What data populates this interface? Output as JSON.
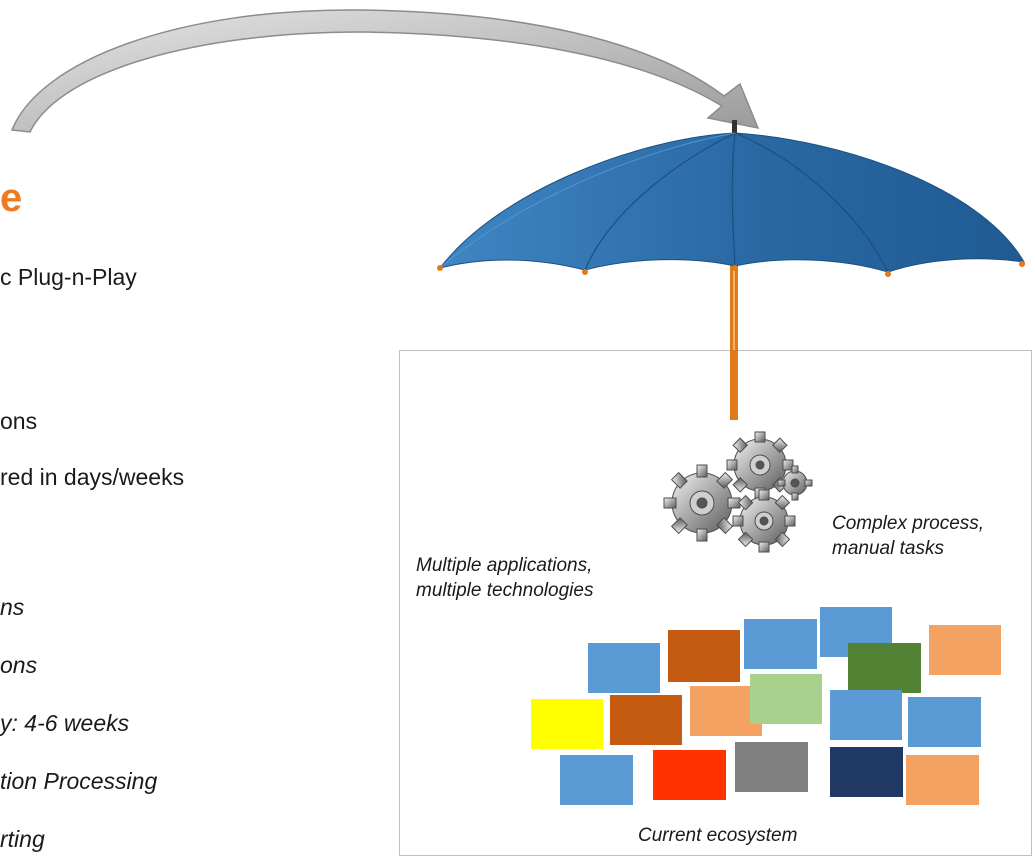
{
  "left_panel": {
    "heading": "e",
    "lines": [
      {
        "text": "c Plug-n-Play",
        "italic": false
      },
      {
        "text": "ons",
        "italic": false
      },
      {
        "text": "red in days/weeks",
        "italic": false
      },
      {
        "text": "ns",
        "italic": true
      },
      {
        "text": "ons",
        "italic": true
      },
      {
        "text": "y: 4-6 weeks",
        "italic": true
      },
      {
        "text": "tion Processing",
        "italic": true
      },
      {
        "text": "rting",
        "italic": true
      }
    ]
  },
  "ecosystem": {
    "label_applications": [
      "Multiple applications,",
      "multiple technologies"
    ],
    "label_process": [
      "Complex process,",
      "manual tasks"
    ],
    "caption": "Current ecosystem",
    "blocks": [
      {
        "name": "block-blue-1",
        "color": "#5b9bd5"
      },
      {
        "name": "block-brown-1",
        "color": "#c55a11"
      },
      {
        "name": "block-blue-2",
        "color": "#5b9bd5"
      },
      {
        "name": "block-blue-3",
        "color": "#5b9bd5"
      },
      {
        "name": "block-orange-1",
        "color": "#f4a261"
      },
      {
        "name": "block-green-dark",
        "color": "#548235"
      },
      {
        "name": "block-yellow",
        "color": "#ffff00"
      },
      {
        "name": "block-brown-2",
        "color": "#c55a11"
      },
      {
        "name": "block-orange-2",
        "color": "#f4a261"
      },
      {
        "name": "block-green-light",
        "color": "#a9d18e"
      },
      {
        "name": "block-blue-4",
        "color": "#5b9bd5"
      },
      {
        "name": "block-blue-5",
        "color": "#5b9bd5"
      },
      {
        "name": "block-blue-6",
        "color": "#5b9bd5"
      },
      {
        "name": "block-red",
        "color": "#ff3300"
      },
      {
        "name": "block-gray",
        "color": "#808080"
      },
      {
        "name": "block-navy",
        "color": "#203864"
      },
      {
        "name": "block-orange-3",
        "color": "#f4a261"
      }
    ]
  },
  "graphics": {
    "arrow_icon": "curved-arrow-icon",
    "umbrella_icon": "umbrella-icon",
    "gears_icon": "gears-icon",
    "umbrella_color": "#2e6da4",
    "handle_color": "#e07b1a",
    "heading_color": "#f07a22"
  }
}
